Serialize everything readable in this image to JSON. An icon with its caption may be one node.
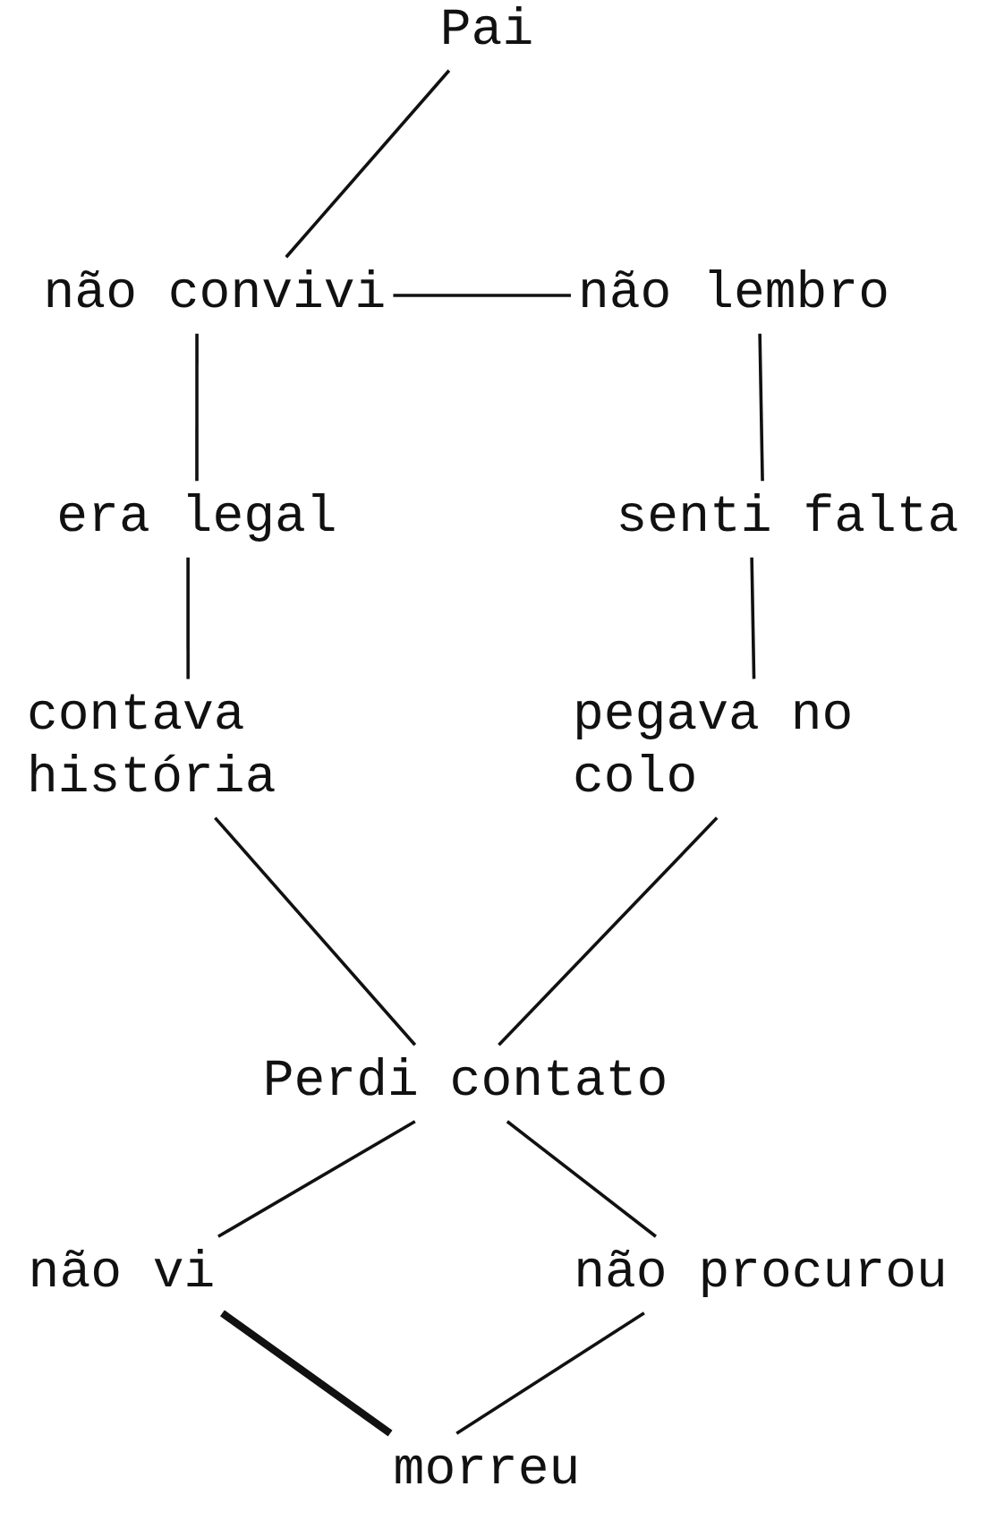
{
  "diagram": {
    "nodes": [
      {
        "text": [
          "Pai"
        ]
      },
      {
        "text": [
          "não convivi"
        ]
      },
      {
        "text": [
          "não lembro"
        ]
      },
      {
        "text": [
          "era legal"
        ]
      },
      {
        "text": [
          "senti falta"
        ]
      },
      {
        "text": [
          "contava história"
        ]
      },
      {
        "text": [
          "pegava no colo"
        ]
      },
      {
        "text": [
          "Perdi contato"
        ]
      },
      {
        "text": [
          "não vi"
        ]
      },
      {
        "text": [
          "não procurou"
        ]
      },
      {
        "text": [
          "morreu"
        ]
      }
    ],
    "edges": [
      {
        "from": 0,
        "to": 1,
        "arrow": "none"
      },
      {
        "from": 1,
        "to": 2,
        "arrow": "none"
      },
      {
        "from": 1,
        "to": 3,
        "arrow": "none"
      },
      {
        "from": 2,
        "to": 4,
        "arrow": "none"
      },
      {
        "from": 3,
        "to": 5,
        "arrow": "none"
      },
      {
        "from": 4,
        "to": 6,
        "arrow": "none"
      },
      {
        "from": 5,
        "to": 7,
        "arrow": "none"
      },
      {
        "from": 6,
        "to": 7,
        "arrow": "none"
      },
      {
        "from": 7,
        "to": 8,
        "arrow": "none"
      },
      {
        "from": 7,
        "to": 9,
        "arrow": "none"
      },
      {
        "from": 8,
        "to": 10,
        "arrow": "none",
        "style": "thick"
      },
      {
        "from": 9,
        "to": 10,
        "arrow": "none"
      }
    ]
  }
}
